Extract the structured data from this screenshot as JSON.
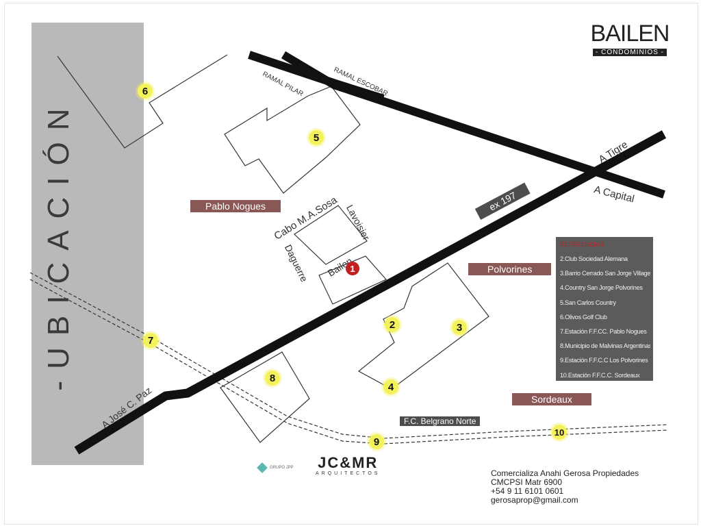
{
  "side_title": "-UBICACIÓN",
  "brand": {
    "main": "BAILEN",
    "sub": "- CONDOMINIOS -"
  },
  "roads": {
    "ramal_pilar": "RAMAL PILAR",
    "ramal_escobar": "RAMAL ESCOBAR",
    "a_tigre": "A Tigre",
    "a_capital": "A Capital",
    "a_jose_c_paz": "A José C. Paz",
    "ex197": "ex 197",
    "fc_belgrano": "F.C. Belgrano Norte"
  },
  "streets": {
    "cabo": "Cabo M.A.Sosa",
    "lavoisier": "Lavoisier",
    "daguerre": "Daguerre",
    "bailen": "Bailen"
  },
  "places": {
    "pablo_nogues": "Pablo Nogues",
    "polvorines": "Polvorines",
    "sordeaux": "Sordeaux"
  },
  "pins": [
    "1",
    "2",
    "3",
    "4",
    "5",
    "6",
    "7",
    "8",
    "9",
    "10"
  ],
  "legend": {
    "title": "REFERENCIAS",
    "items": [
      "2.Club Sociedad Alemana",
      "3.Barrio Cerrado San Jorge Village",
      "4.Country San Jorge Polvorines",
      "5.San Carlos Country",
      "6.Olivos Golf Club",
      "7.Estación F.F.CC. Pablo Nogues",
      "8.Municipio de Malvinas Argentinas",
      "9.Estación F.F.C.C Los Polvorines",
      "10.Estación F.F.C.C. Sordeaux"
    ]
  },
  "logos": {
    "grupo": "GRUPO JPP",
    "jc_main": "JC&MR",
    "jc_sub": "ARQUITECTOS"
  },
  "contact": [
    "Comercializa Anahi Gerosa Propiedades",
    "CMCPSI Matr 6900",
    "+54 9 11 6101 0601",
    "gerosaprop@gmail.com"
  ],
  "colors": {
    "road": "#111111",
    "pin": "#f4f25a",
    "pin_main": "#c0201e",
    "tag_brown": "#8a5757",
    "legend_bg": "#5b5b5b"
  }
}
